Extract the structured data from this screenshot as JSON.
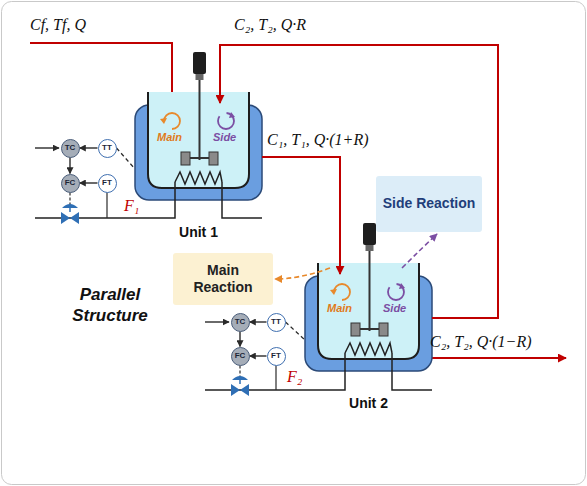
{
  "diagram": {
    "nodes": [
      {
        "text": [
          "Unit 1"
        ]
      },
      {
        "text": [
          "TC"
        ]
      },
      {
        "text": [
          "TT"
        ]
      },
      {
        "text": [
          "FC"
        ]
      },
      {
        "text": [
          "FT"
        ]
      },
      {
        "text": [
          "Side Reaction"
        ]
      },
      {
        "text": [
          "Main Reaction"
        ]
      },
      {
        "text": [
          "Unit 2"
        ]
      },
      {
        "text": [
          "TC"
        ]
      },
      {
        "text": [
          "TT"
        ]
      },
      {
        "text": [
          "FC"
        ]
      },
      {
        "text": [
          "FT"
        ]
      }
    ],
    "edges": [
      {
        "from": 0,
        "to": 7,
        "label": "C₁, T₁, Q·(1+R)",
        "arrow": "to"
      },
      {
        "from": 7,
        "to": 0,
        "label": "C₂, T₂, Q·R",
        "arrow": "to"
      },
      {
        "from": 2,
        "to": 1,
        "arrow": "to"
      },
      {
        "from": 1,
        "to": 3,
        "arrow": "to"
      },
      {
        "from": 4,
        "to": 3,
        "arrow": "to"
      },
      {
        "from": 2,
        "to": 0,
        "arrow": "none"
      },
      {
        "from": 9,
        "to": 8,
        "arrow": "to"
      },
      {
        "from": 8,
        "to": 10,
        "arrow": "to"
      },
      {
        "from": 11,
        "to": 10,
        "arrow": "to"
      },
      {
        "from": 9,
        "to": 7,
        "arrow": "none"
      },
      {
        "from": 7,
        "to": 6,
        "arrow": "to"
      },
      {
        "from": 7,
        "to": 5,
        "arrow": "to"
      }
    ],
    "labels": [
      "Cf, Tf, Q",
      "Main",
      "Side",
      "F₁",
      "Parallel Structure",
      "Main",
      "Side",
      "F₂",
      "C₂, T₂, Q·(1−R)"
    ]
  }
}
